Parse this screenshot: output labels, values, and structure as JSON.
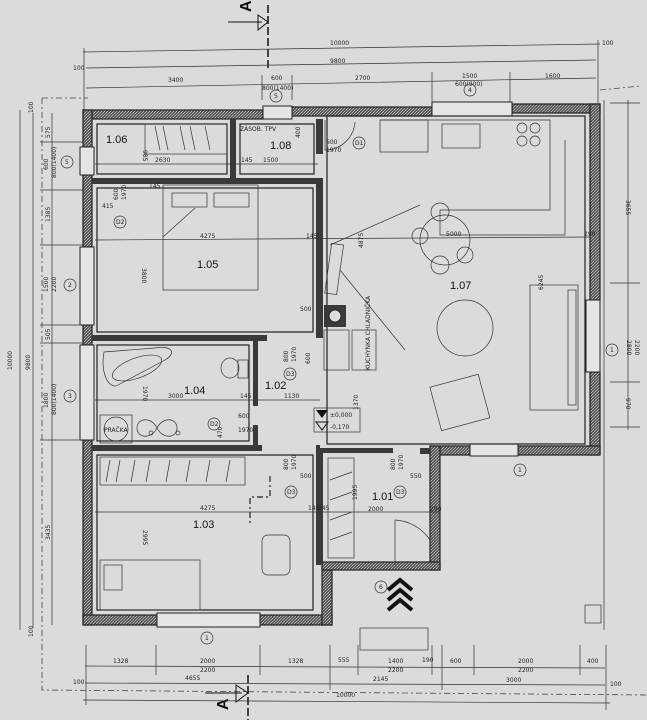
{
  "section_marker": "A",
  "rooms": {
    "r101": "1.01",
    "r102": "1.02",
    "r103": "1.03",
    "r104": "1.04",
    "r105": "1.05",
    "r106": "1.06",
    "r107": "1.07",
    "r108": "1.08"
  },
  "labels": {
    "boiler": "ZÁSOB. TPV",
    "washer": "PRAČKA",
    "fridge": "KUCHYNKA CHLADNIČKA",
    "level_0": "±0,000",
    "level_1": "-0,170"
  },
  "dims_top": {
    "total": "10000",
    "inner": "9800",
    "d100l": "100",
    "d100r": "100",
    "seg1": "3400",
    "seg2": "600",
    "seg2b": "800(1400)",
    "seg3": "2700",
    "seg4": "1500",
    "seg4b": "600(900)",
    "seg5": "1600"
  },
  "dims_bottom": {
    "s1": "1328",
    "s2": "2000",
    "s2b": "2200",
    "s3": "1328",
    "s4": "555",
    "s5": "1400",
    "s5b": "2200",
    "s6": "190",
    "s7": "600",
    "s8": "2000",
    "s8b": "2200",
    "s9": "400",
    "m1": "4655",
    "m2": "2145",
    "m3": "3000",
    "d100l": "100",
    "d100r": "100",
    "total": "10000"
  },
  "dims_left": {
    "total": "10000",
    "inner": "9800",
    "t100": "100",
    "b100": "100",
    "s1": "575",
    "s2": "600",
    "s2b": "800(1400)",
    "s3": "1385",
    "s4": "1500",
    "s4b": "2200",
    "s5": "505",
    "s6": "1800",
    "s6b": "800(1400)",
    "s7": "3435"
  },
  "dims_right": {
    "s1": "3655",
    "s2": "2800",
    "s2b": "2200",
    "s3": "970"
  },
  "dims_inner": {
    "w106": "2630",
    "h106": "985",
    "w108": "1500",
    "w108a": "145",
    "h108": "400",
    "d1w": "600",
    "d1h": "1970",
    "d2aw": "600",
    "d2ah": "1970",
    "d2ax": "415",
    "w105": "4275",
    "w105b": "145",
    "h105": "3800",
    "w107": "5000",
    "h107": "4875",
    "h107b": "6245",
    "w107r": "290",
    "d500": "500",
    "w104": "3000",
    "w104b": "145",
    "h104": "1970",
    "d2bw": "600",
    "d2bh": "1970",
    "d2bx": "470",
    "w102": "1130",
    "h102": "1370",
    "d3aw": "800",
    "d3ah": "1970",
    "d3ax": "600",
    "d3bw": "800",
    "d3bh": "1970",
    "d3bx": "500",
    "d3cw": "800",
    "d3ch": "1970",
    "d3cx": "550",
    "w103": "4275",
    "w103b": "145",
    "h103": "2995",
    "w101": "2000",
    "h101": "1995",
    "w101r": "290",
    "w101b": "145",
    "s145": "145"
  },
  "door_tags": {
    "d1": "D1",
    "d2a": "D2",
    "d2b": "D2",
    "d3a": "D3",
    "d3b": "D3",
    "d3c": "D3"
  },
  "window_tags": {
    "w1a": "1",
    "w1b": "1",
    "w1c": "1",
    "w2": "2",
    "w3": "3",
    "w4": "4",
    "w5": "5",
    "w6": "6"
  }
}
